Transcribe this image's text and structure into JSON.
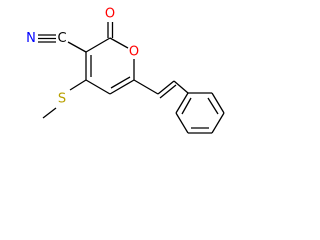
{
  "molecule": {
    "atom_labels": {
      "carbonyl_oxygen": "O",
      "ring_oxygen": "O",
      "nitrile_carbon": "C",
      "nitrile_nitrogen": "N",
      "sulfur": "S"
    },
    "colors": {
      "bond": "#000000",
      "oxygen": "#ff0000",
      "nitrogen": "#0000ff",
      "sulfur": "#b8a000",
      "carbon": "#000000",
      "background": "#ffffff"
    }
  }
}
